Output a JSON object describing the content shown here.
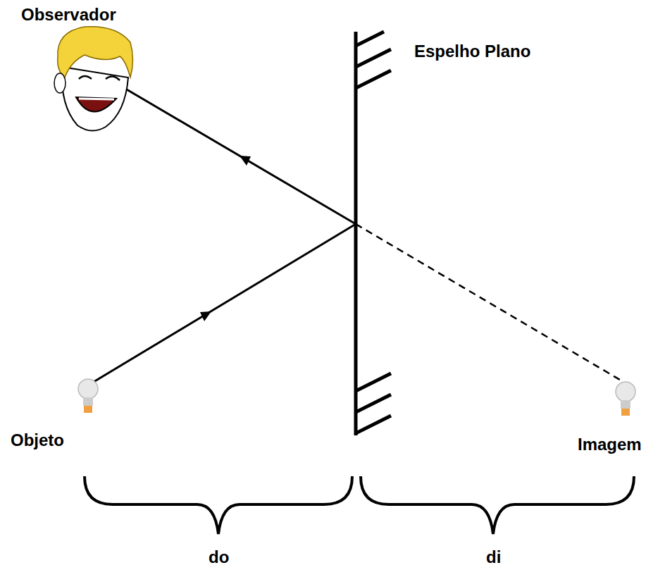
{
  "diagram": {
    "labels": [
      "Observador",
      "Espelho Plano",
      "Objeto",
      "Imagem",
      "do",
      "di"
    ]
  }
}
